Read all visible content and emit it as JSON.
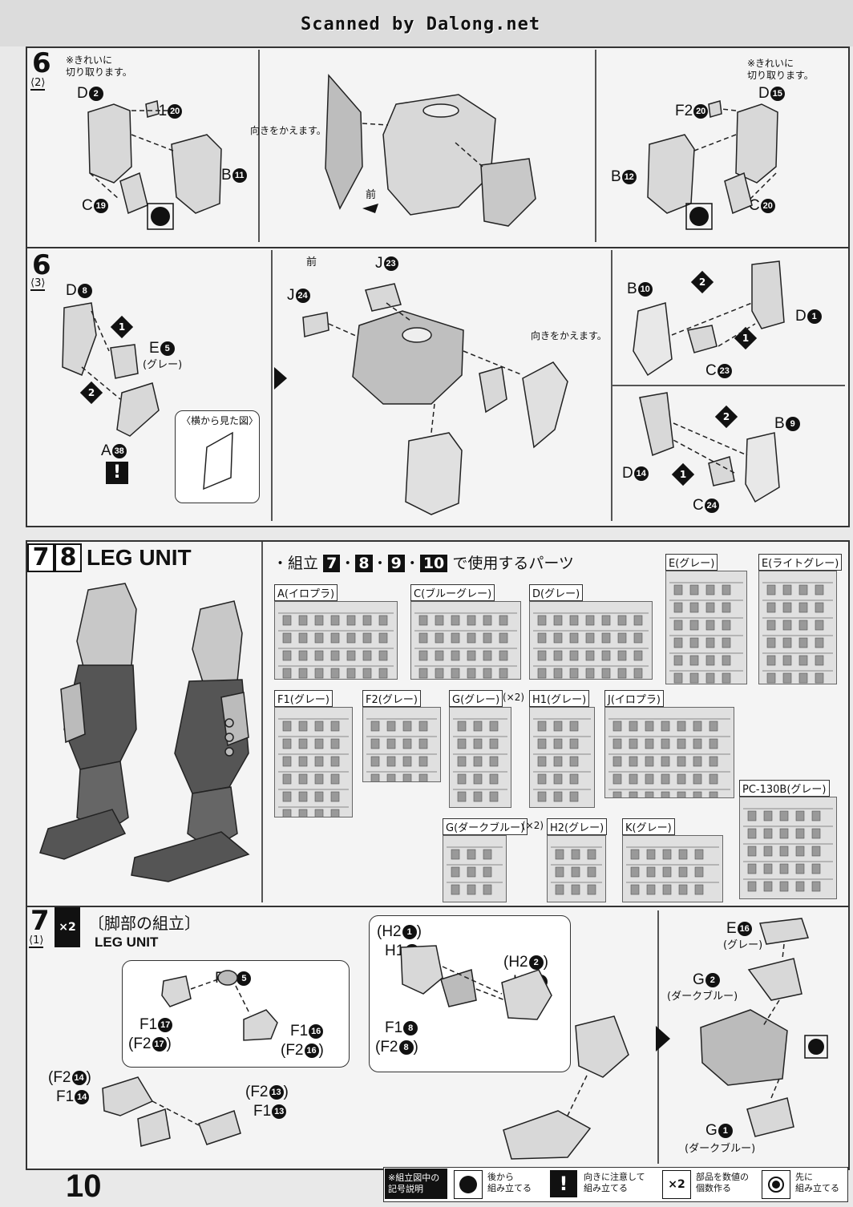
{
  "header": {
    "scanned_by": "Scanned by Dalong.net"
  },
  "step6_2": {
    "num": "6",
    "sub": "⟨2⟩",
    "note_left": "※きれいに\n切り取ります。",
    "note_right": "※きれいに\n切り取ります。",
    "turn_note": "向きをかえます。",
    "front": "前",
    "labels": {
      "d_left": "D",
      "d_left_n": "2",
      "f1": "F1",
      "f1_n": "20",
      "b_left": "B",
      "b_left_n": "11",
      "c_left": "C",
      "c_left_n": "19",
      "f2": "F2",
      "f2_n": "20",
      "d_right": "D",
      "d_right_n": "15",
      "b_right": "B",
      "b_right_n": "12",
      "c_right": "C",
      "c_right_n": "20"
    }
  },
  "step6_3": {
    "num": "6",
    "sub": "⟨3⟩",
    "labels": {
      "d8": "D",
      "d8_n": "8",
      "e5": "E",
      "e5_n": "5",
      "e5_color": "(グレー)",
      "a38": "A",
      "a38_n": "38",
      "side_view": "〈横から見た図〉",
      "front": "前",
      "j23": "J",
      "j23_n": "23",
      "j24": "J",
      "j24_n": "24",
      "turn_note": "向きをかえます。",
      "b10": "B",
      "b10_n": "10",
      "d1": "D",
      "d1_n": "1",
      "c23": "C",
      "c23_n": "23",
      "b9": "B",
      "b9_n": "9",
      "d14": "D",
      "d14_n": "14",
      "c24": "C",
      "c24_n": "24"
    },
    "diamond1": "1",
    "diamond2": "2"
  },
  "step78": {
    "num7": "7",
    "num8": "8",
    "title": "LEG UNIT",
    "parts_heading": "・組立",
    "parts_steps": [
      "7",
      "8",
      "9",
      "10"
    ],
    "parts_tail": "で使用するパーツ",
    "runners": [
      {
        "name": "A",
        "color": "(イロプラ)"
      },
      {
        "name": "C",
        "color": "(ブルーグレー)"
      },
      {
        "name": "D",
        "color": "(グレー)"
      },
      {
        "name": "E",
        "color": "(グレー)"
      },
      {
        "name": "E",
        "color": "(ライトグレー)"
      },
      {
        "name": "F1",
        "color": "(グレー)"
      },
      {
        "name": "F2",
        "color": "(グレー)"
      },
      {
        "name": "G",
        "color": "(グレー)",
        "extra": "(×2)"
      },
      {
        "name": "H1",
        "color": "(グレー)"
      },
      {
        "name": "J",
        "color": "(イロプラ)"
      },
      {
        "name": "PC-130B",
        "color": "(グレー)"
      },
      {
        "name": "G",
        "color": "(ダークブルー)",
        "extra": "(×2)"
      },
      {
        "name": "H2",
        "color": "(グレー)"
      },
      {
        "name": "K",
        "color": "(グレー)"
      }
    ]
  },
  "step7_1": {
    "num": "7",
    "sub": "⟨1⟩",
    "times": "×2",
    "title_jp": "〔脚部の組立〕",
    "title_en": "LEG UNIT",
    "labels": {
      "pc5": "PC",
      "pc5_n": "5",
      "f1_17": "F1",
      "f1_17_n": "17",
      "f2_17": "(F2",
      "f2_17_n": "17",
      "f2_17_close": ")",
      "f1_16": "F1",
      "f1_16_n": "16",
      "f2_16": "(F2",
      "f2_16_n": "16",
      "f2_16_close": ")",
      "f2_14": "(F2",
      "f2_14_n": "14",
      "f2_14_close": ")",
      "f1_14": "F1",
      "f1_14_n": "14",
      "f2_13": "(F2",
      "f2_13_n": "13",
      "f2_13_close": ")",
      "f1_13": "F1",
      "f1_13_n": "13",
      "h2_1": "(H2",
      "h2_1_n": "1",
      "h2_1_close": ")",
      "h1_1": "H1",
      "h1_1_n": "1",
      "h2_2": "(H2",
      "h2_2_n": "2",
      "h2_2_close": ")",
      "h1_2": "H1",
      "h1_2_n": "2",
      "f1_8": "F1",
      "f1_8_n": "8",
      "f2_8": "(F2",
      "f2_8_n": "8",
      "f2_8_close": ")",
      "e16": "E",
      "e16_n": "16",
      "e16_color": "(グレー)",
      "g2": "G",
      "g2_n": "2",
      "g2_color": "(ダークブルー)",
      "g1": "G",
      "g1_n": "1",
      "g1_color": "(ダークブルー)"
    }
  },
  "footer": {
    "page_number": "10",
    "legend_title": "※組立図中の\n記号説明",
    "legend_items": [
      {
        "text": "後から\n組み立てる"
      },
      {
        "text": "向きに注意して\n組み立てる"
      },
      {
        "symbol": "×2",
        "text": "部品を数値の\n個数作る"
      },
      {
        "text": "先に\n組み立てる"
      }
    ]
  }
}
